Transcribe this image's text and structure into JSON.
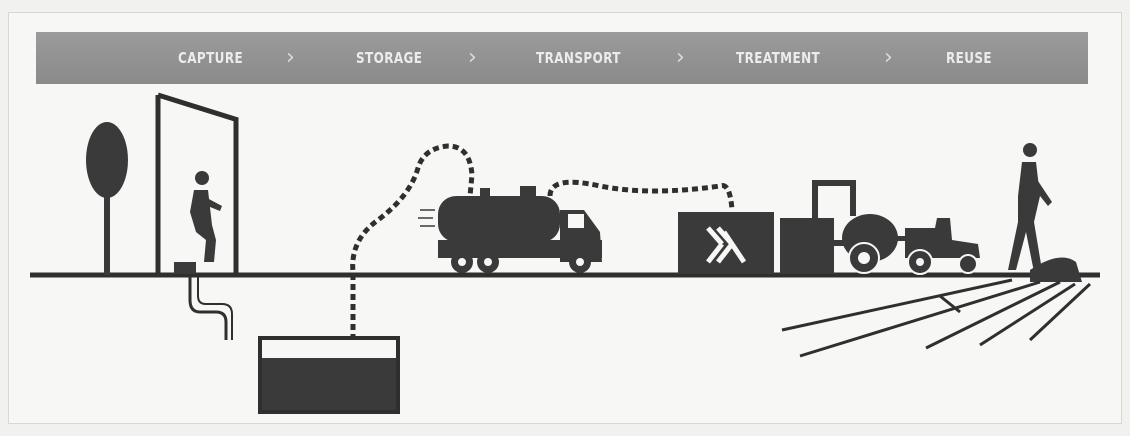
{
  "banner": {
    "stages": [
      "CAPTURE",
      "STORAGE",
      "TRANSPORT",
      "TREATMENT",
      "REUSE"
    ],
    "separator": "›"
  },
  "icons": [
    "tree-icon",
    "latrine-icon",
    "person-icon",
    "septic-tank-icon",
    "vacuum-truck-icon",
    "treatment-plant-icon",
    "tractor-icon",
    "farmer-icon",
    "field-furrows-icon"
  ],
  "colors": {
    "banner": "#8f8f8f",
    "banner_text": "#ececec",
    "ink": "#2f2f2f",
    "tank_fill": "#3a3a3a"
  }
}
